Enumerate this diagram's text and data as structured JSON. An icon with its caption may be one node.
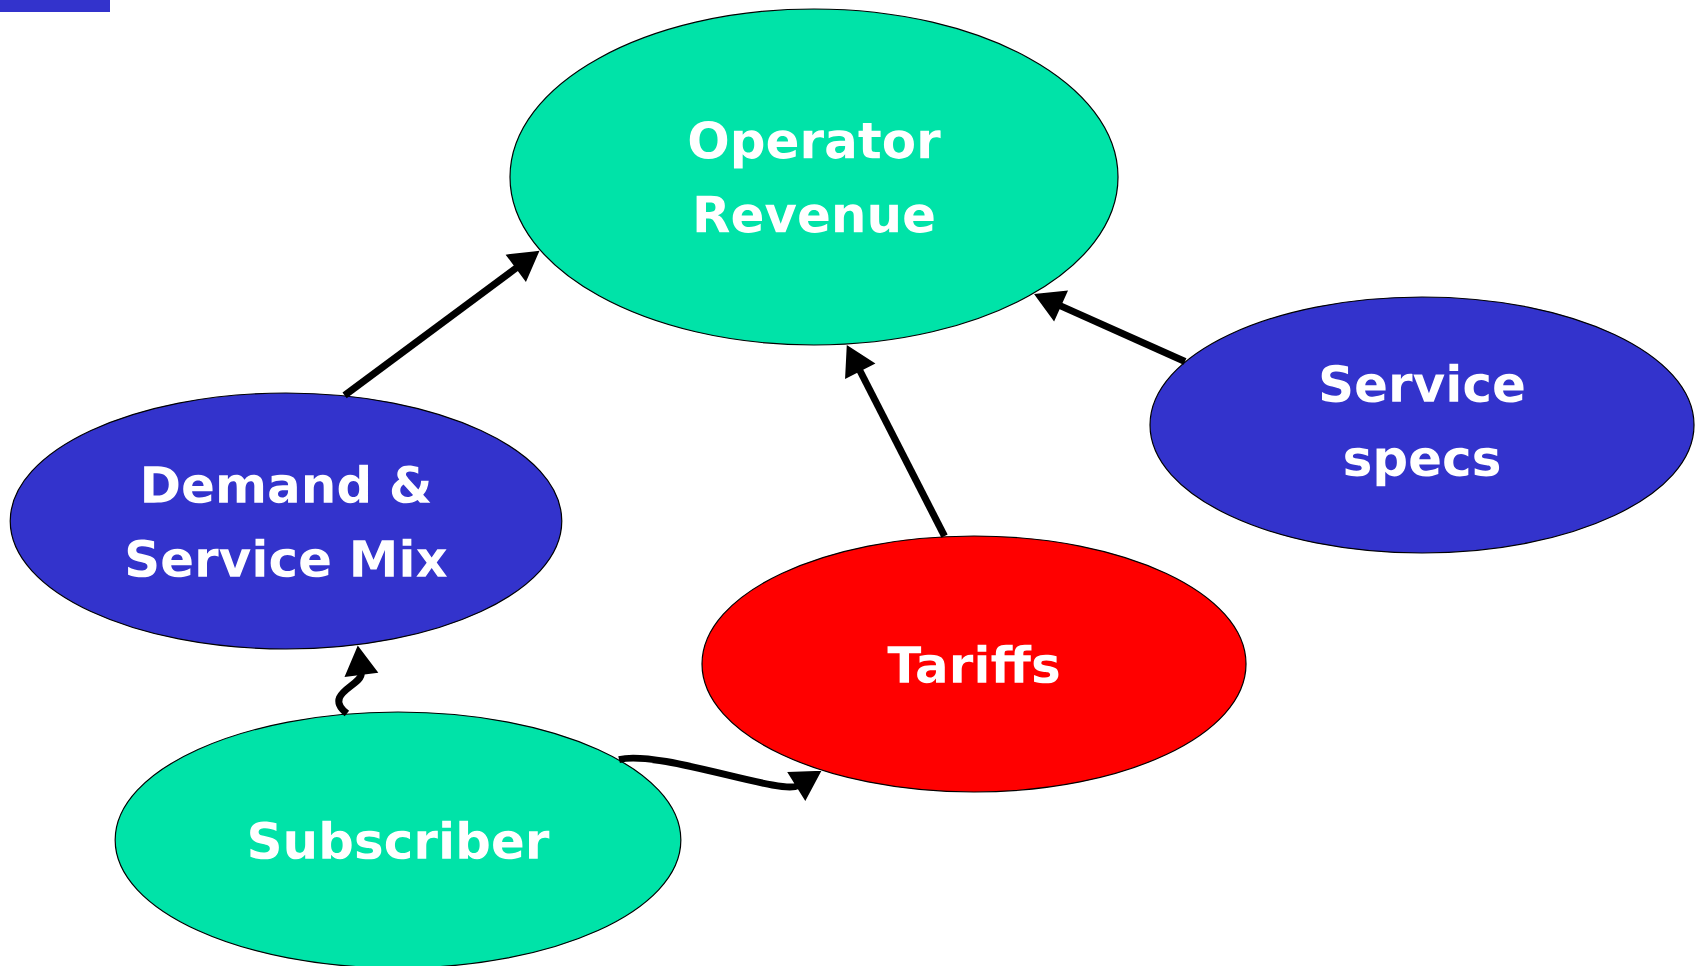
{
  "diagram": {
    "nodes": [
      {
        "text": [
          "Operator Revenue"
        ]
      },
      {
        "text": [
          "Demand & Service Mix"
        ]
      },
      {
        "text": [
          "Service specs"
        ]
      },
      {
        "text": [
          "Tariffs"
        ]
      },
      {
        "text": [
          "Subscriber"
        ]
      }
    ],
    "edges": [
      {
        "from": 1,
        "to": 0,
        "arrow": "to"
      },
      {
        "from": 3,
        "to": 0,
        "arrow": "to"
      },
      {
        "from": 2,
        "to": 0,
        "arrow": "to"
      },
      {
        "from": 4,
        "to": 1,
        "arrow": "to"
      },
      {
        "from": 4,
        "to": 3,
        "arrow": "to"
      }
    ]
  }
}
